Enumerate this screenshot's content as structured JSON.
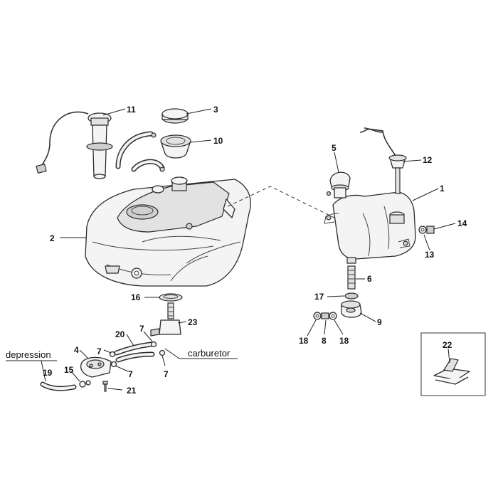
{
  "part_labels": {
    "p1": "1",
    "p2": "2",
    "p3": "3",
    "p4": "4",
    "p5": "5",
    "p6": "6",
    "p7a": "7",
    "p7b": "7",
    "p7c": "7",
    "p7d": "7",
    "p8": "8",
    "p9": "9",
    "p10": "10",
    "p11": "11",
    "p12": "12",
    "p13": "13",
    "p14": "14",
    "p15": "15",
    "p16": "16",
    "p17": "17",
    "p18a": "18",
    "p18b": "18",
    "p19": "19",
    "p20": "20",
    "p21": "21",
    "p22": "22",
    "p23": "23"
  },
  "annotations": {
    "depression": "depression",
    "carburetor": "carburetor"
  }
}
